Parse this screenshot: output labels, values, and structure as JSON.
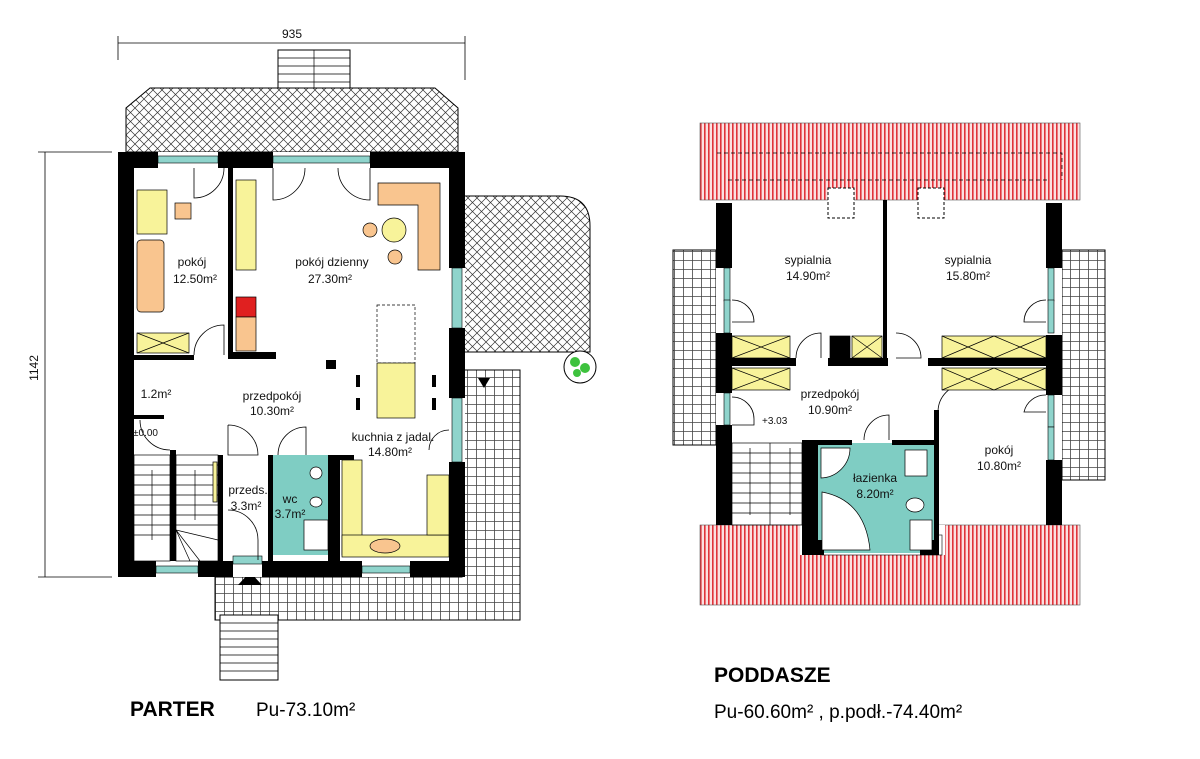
{
  "colors": {
    "wall": "#000000",
    "furniture": "#f8f39a",
    "sofa": "#f9c58f",
    "bathroom": "#7fcdc3",
    "roof_red": "#e0333a",
    "roof_bg": "#fbe3e3",
    "window": "#8fd4cc",
    "fireplace": "#e02020"
  },
  "dimensions": {
    "width": "935",
    "height": "1142"
  },
  "parter": {
    "title": "PARTER",
    "area": "Pu-73.10m²",
    "level": "±0.00",
    "rooms": [
      {
        "name": "pokój",
        "area": "12.50m²"
      },
      {
        "name": "pokój dzienny",
        "area": "27.30m²"
      },
      {
        "name": "",
        "area": "1.2m²"
      },
      {
        "name": "przedpokój",
        "area": "10.30m²"
      },
      {
        "name": "kuchnia z jadal.",
        "area": "14.80m²"
      },
      {
        "name": "przeds.",
        "area": "3.3m²"
      },
      {
        "name": "wc",
        "area": "3.7m²"
      }
    ]
  },
  "poddasze": {
    "title": "PODDASZE",
    "area": "Pu-60.60m² ,  p.podł.-74.40m²",
    "level": "+3.03",
    "rooms": [
      {
        "name": "sypialnia",
        "area": "14.90m²"
      },
      {
        "name": "sypialnia",
        "area": "15.80m²"
      },
      {
        "name": "przedpokój",
        "area": "10.90m²"
      },
      {
        "name": "łazienka",
        "area": "8.20m²"
      },
      {
        "name": "pokój",
        "area": "10.80m²"
      }
    ]
  }
}
